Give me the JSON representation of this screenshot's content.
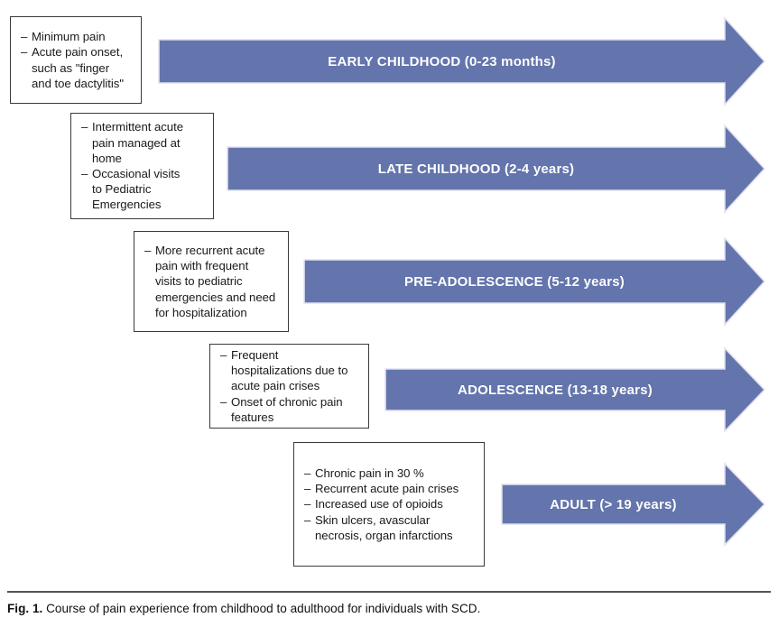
{
  "figure": {
    "caption_label": "Fig. 1.",
    "caption_text": "Course of pain experience from childhood to adulthood for individuals with SCD."
  },
  "colors": {
    "arrow_fill": "#6475ae",
    "arrow_edge": "#dcdce8",
    "box_border": "#3a3a3a",
    "text_dark": "#1a1a1a",
    "label_text": "#ffffff"
  },
  "stages": [
    {
      "id": "early-childhood",
      "arrow_label": "EARLY CHILDHOOD (0-23 months)",
      "stage_name": "EARLY CHILDHOOD",
      "age_range": "(0-23 months)",
      "bullets": [
        "Minimum pain",
        "Acute pain onset,\nsuch as \"finger\nand toe dactylitis\""
      ]
    },
    {
      "id": "late-childhood",
      "arrow_label": "LATE CHILDHOOD (2-4 years)",
      "stage_name": "LATE CHILDHOOD",
      "age_range": "(2-4 years)",
      "bullets": [
        "Intermittent acute\npain managed at\nhome",
        "Occasional visits\nto Pediatric\nEmergencies"
      ]
    },
    {
      "id": "pre-adolescence",
      "arrow_label": "PRE-ADOLESCENCE (5-12 years)",
      "stage_name": "PRE-ADOLESCENCE",
      "age_range": "(5-12 years)",
      "bullets": [
        "More recurrent acute\npain with frequent\nvisits to pediatric\nemergencies and need\nfor hospitalization"
      ]
    },
    {
      "id": "adolescence",
      "arrow_label": "ADOLESCENCE (13-18 years)",
      "stage_name": "ADOLESCENCE",
      "age_range": "(13-18 years)",
      "bullets": [
        "Frequent\nhospitalizations due to\nacute pain crises",
        "Onset of chronic pain\nfeatures"
      ]
    },
    {
      "id": "adult",
      "arrow_label": "ADULT (> 19 years)",
      "stage_name": "ADULT",
      "age_range": "(> 19 years)",
      "bullets": [
        "Chronic pain in 30 %",
        "Recurrent acute pain crises",
        "Increased use of opioids",
        "Skin ulcers, avascular\nnecrosis, organ infarctions"
      ]
    }
  ]
}
